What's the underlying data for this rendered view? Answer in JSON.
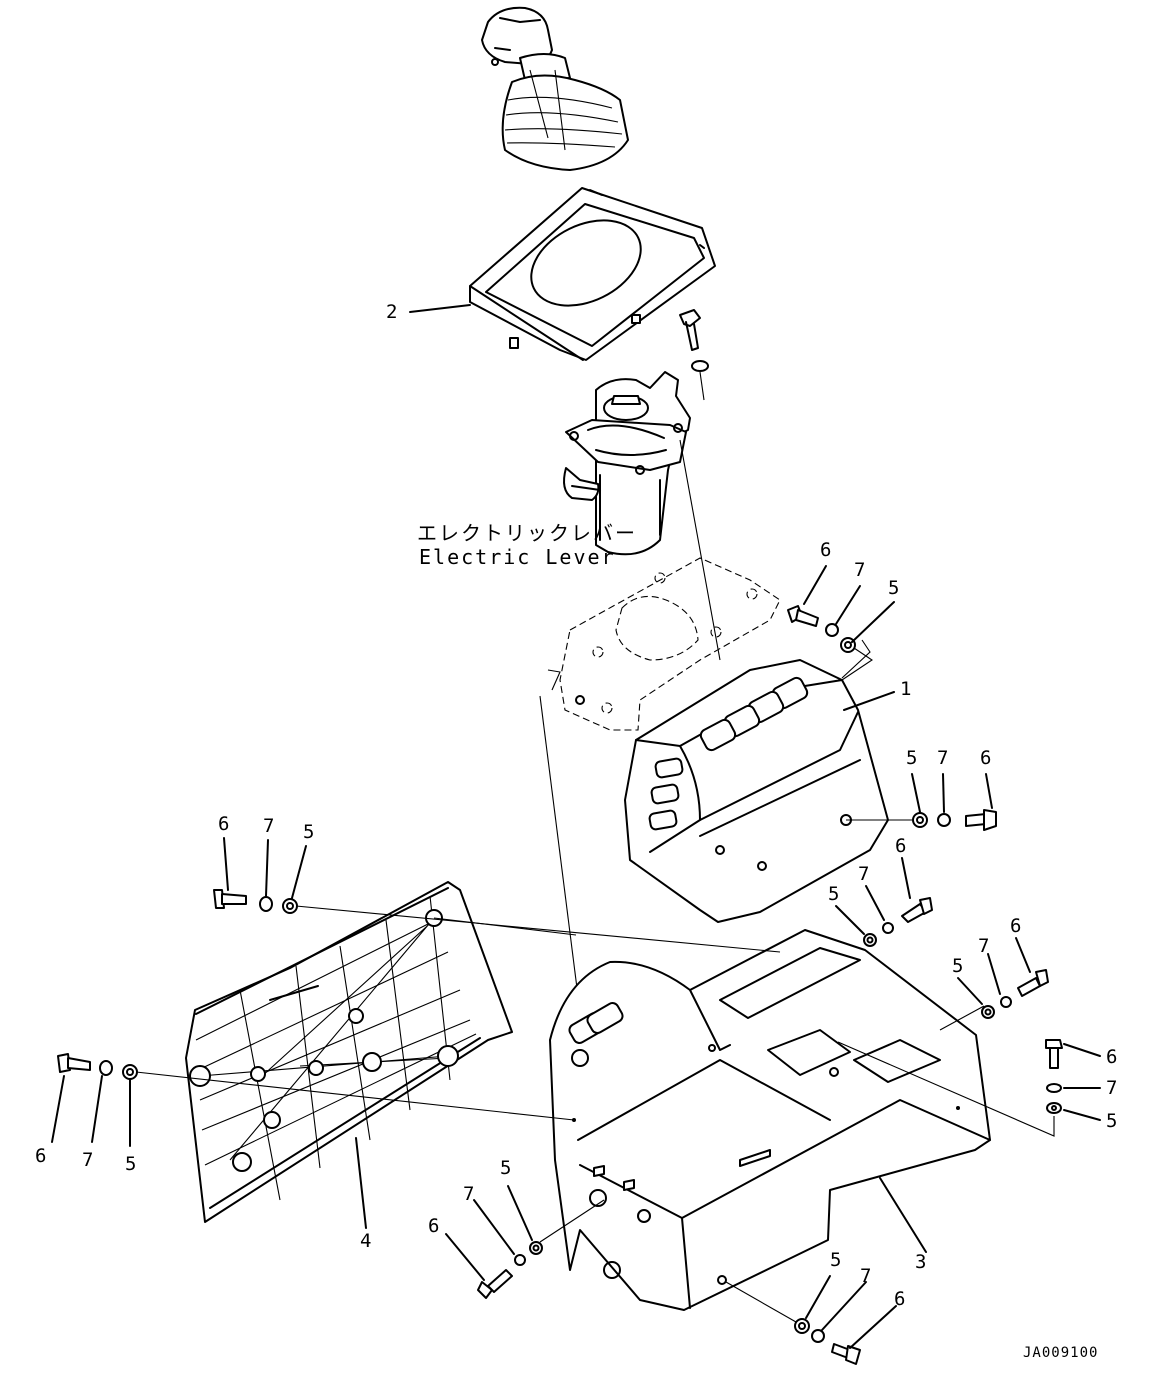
{
  "diagram": {
    "caption_jp": "エレクトリックレバー",
    "caption_en": "Electric Lever",
    "drawing_code": "JA009100",
    "callouts": {
      "c1": "1",
      "c2": "2",
      "c3": "3",
      "c4": "4",
      "c5a": "5",
      "c5b": "5",
      "c5c": "5",
      "c5d": "5",
      "c5e": "5",
      "c5f": "5",
      "c5g": "5",
      "c5h": "5",
      "c5i": "5",
      "c6a": "6",
      "c6b": "6",
      "c6c": "6",
      "c6d": "6",
      "c6e": "6",
      "c6f": "6",
      "c6g": "6",
      "c6h": "6",
      "c6i": "6",
      "c7a": "7",
      "c7b": "7",
      "c7c": "7",
      "c7d": "7",
      "c7e": "7",
      "c7f": "7",
      "c7g": "7",
      "c7h": "7",
      "c7i": "7"
    }
  }
}
